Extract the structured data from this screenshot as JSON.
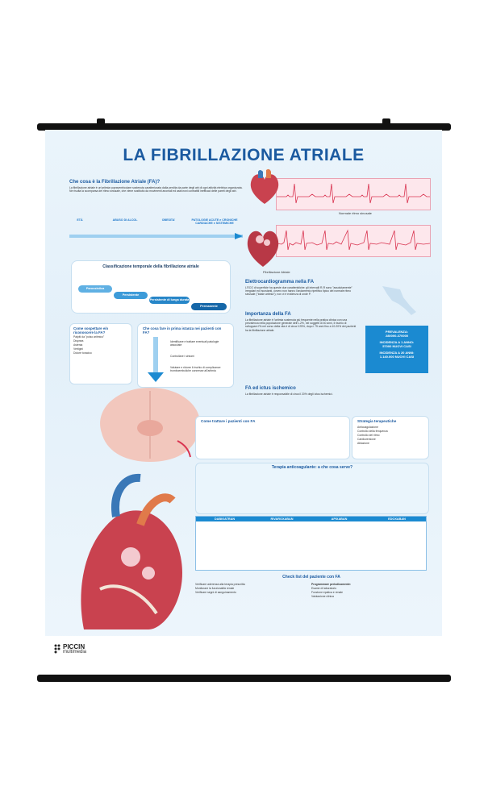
{
  "title": "LA FIBRILLAZIONE ATRIALE",
  "section1": {
    "heading": "Che cosa è la Fibrillazione Atriale (FA)?",
    "body": "La fibrillazione atriale è un'aritmia sopraventricolare sostenuta caratterizzata dalla perdita da parte degli atri di ogni attività elettrica organizzata. Ne risulta la scomparsa del ritmo sinusale, che viene sostituito da movimenti anomali ed asincroni contrattili inefficaci delle pareti degli atri."
  },
  "ecg_labels": [
    "Normale ritmo sinusale",
    "Fibrillazione Atriale"
  ],
  "timeline": {
    "labels": [
      "ETÀ",
      "ABUSO DI ALCOL",
      "OBESITA'",
      "PATOLOGIE ACUTE e CRONICHE CARDIACHE e SISTEMICHE"
    ]
  },
  "classification": {
    "title": "Classificazione temporale della fibrillazione atriale",
    "items": [
      "Parossistica",
      "Persistente",
      "Persistente di lunga durata",
      "Permanente"
    ]
  },
  "ecg_section": {
    "heading": "Elettrocardiogramma nella FA",
    "body": "L'ECG di superficie ha queste due caratteristiche: gli intervalli R-R sono \"assolutamente\" irregolari ed incostanti, ovvero non hanno l'andamento ripetitivo tipico del normale ritmo sinusale (\"totale aritmia\"); non vi è evidenza di onde P."
  },
  "importanza": {
    "heading": "Importanza della FA",
    "body": "La fibrillazione atriale è l'aritmia sostenuta più frequente nella pratica clinica con una prevalenza nella popolazione generale dell'1-2%, nei soggetti di 40 anni, il rischio di sviluppare FA nel corso della vita è di circa il 25%, dopo i 75 anni fino a 10-20% dei pazienti ha la fibrillazione atriale."
  },
  "stats": {
    "prevalence_label": "PREVALENZA:",
    "prevalence_value": "280000-370000",
    "incidence1_label": "INCIDENZA A 1 ANNO:",
    "incidence1_value": "57000 NUOVI CASI",
    "incidence20_label": "INCIDENZA A 20 ANNI:",
    "incidence20_value": "1.140.000 NUOVI CASI"
  },
  "riconoscere": {
    "heading": "Come sospettare e/o riconoscere la FA?",
    "items": [
      "Palpiti da \"polso aritmico\"",
      "Dispnea",
      "Astenia",
      "Vertigini",
      "Dolore toracico"
    ]
  },
  "prima_istanza": {
    "heading": "Che cosa fare in prima istanza nei pazienti con FA?",
    "items": [
      "Identificare e trattare eventuali patologie associate",
      "Controllare i sintomi",
      "Valutare e ridurre il rischio di complicanze tromboemboliche connesse all'aritmia"
    ]
  },
  "ictus": {
    "heading": "FA ed ictus ischemico",
    "body": "La fibrillazione atriale è responsabile di circa il 20% degli ictus ischemici."
  },
  "trattare": {
    "heading": "Come trattare i pazienti con FA"
  },
  "strategia": {
    "heading": "Strategia terapeutiche",
    "items": [
      "Anticoagulazione",
      "Controllo della frequenza",
      "Controllo del ritmo",
      "Cardioversione",
      "Ablazione"
    ]
  },
  "terapia": {
    "heading": "Terapia anticoagulante: a che cosa serve?"
  },
  "table": {
    "headers": [
      "DABIGATRAN",
      "RIVAROXABAN",
      "APIXABAN",
      "EDOXABAN"
    ]
  },
  "checklist": {
    "heading": "Check list del paziente con FA",
    "left": [
      "Verificare aderenza alla terapia prescritta",
      "Monitorare la funzionalità renale",
      "Verificare segni di sanguinamento"
    ],
    "right_heading": "Programmare periodicamente:",
    "right": [
      "Esame di laboratorio",
      "Funzione epatica e renale",
      "Valutazione clinica"
    ]
  },
  "logo": {
    "name": "PICCIN",
    "sub": "multimedia"
  },
  "colors": {
    "title_blue": "#1b5aa0",
    "accent_blue": "#1b8ad1",
    "ecg_red": "#d93450"
  }
}
